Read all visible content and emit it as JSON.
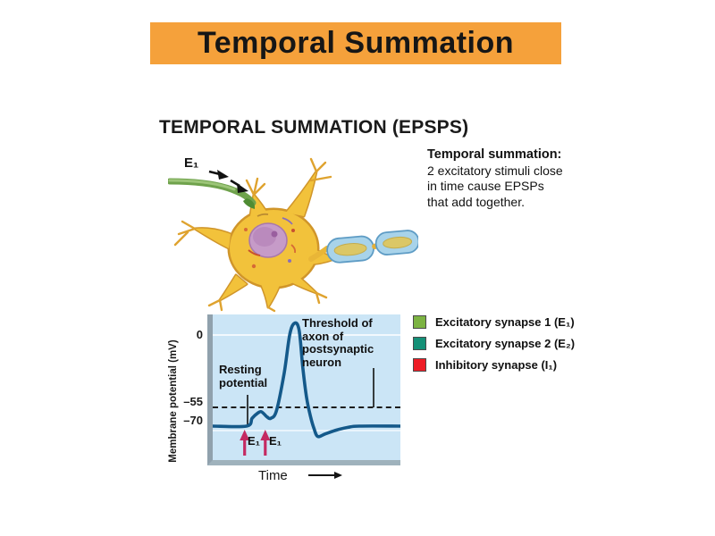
{
  "banner": {
    "title": "Temporal Summation",
    "bg_color": "#F5A13B"
  },
  "heading": "TEMPORAL SUMMATION (EPSPS)",
  "description": {
    "title": "Temporal summation:",
    "lines": [
      "2 excitatory stimuli close",
      "in time cause EPSPs",
      "that add together."
    ]
  },
  "neuron": {
    "stimulus_label": "E₁"
  },
  "graph": {
    "ylabel": "Membrane potential (mV)",
    "xlabel": "Time",
    "yticks": [
      "0",
      "–55",
      "–70"
    ],
    "annotations": {
      "resting": "Resting potential",
      "threshold_lines": [
        "Threshold of",
        "axon of",
        "postsynaptic",
        "neuron"
      ]
    },
    "stimuli": [
      "E₁",
      "E₁"
    ],
    "colors": {
      "plot_bg": "#CBE5F6",
      "curve": "#14598A",
      "stimulus_arrow": "#C42A62"
    }
  },
  "legend": {
    "items": [
      {
        "label": "Excitatory synapse 1 (E₁)",
        "color": "#7CB342"
      },
      {
        "label": "Excitatory synapse 2 (E₂)",
        "color": "#149077"
      },
      {
        "label": "Inhibitory synapse (I₁)",
        "color": "#EE1C25"
      }
    ]
  },
  "chart_data": {
    "type": "line",
    "title": "Temporal summation of EPSPs",
    "xlabel": "Time",
    "ylabel": "Membrane potential (mV)",
    "yticks": [
      0,
      -55,
      -70
    ],
    "ylim": [
      -85,
      15
    ],
    "threshold_mV": -55,
    "resting_potential_mV": -70,
    "grid": "white horizontal lines at 0 and -70 mV; dashed black threshold line at -55 mV",
    "legend_position": "right",
    "series": [
      {
        "name": "Membrane potential",
        "points": [
          [
            0,
            -70
          ],
          [
            18,
            -70
          ],
          [
            21,
            -64
          ],
          [
            24,
            -60
          ],
          [
            26,
            -59
          ],
          [
            29,
            -63
          ],
          [
            31,
            -64
          ],
          [
            34,
            -58
          ],
          [
            38,
            -30
          ],
          [
            41,
            0
          ],
          [
            43.5,
            9
          ],
          [
            46,
            4
          ],
          [
            48,
            -25
          ],
          [
            50,
            -48
          ],
          [
            52,
            -62
          ],
          [
            54,
            -72
          ],
          [
            56,
            -78
          ],
          [
            60,
            -76
          ],
          [
            66,
            -73
          ],
          [
            72,
            -71
          ],
          [
            78,
            -70
          ],
          [
            100,
            -70
          ]
        ]
      }
    ],
    "events": [
      {
        "label": "E₁",
        "t": 17
      },
      {
        "label": "E₁",
        "t": 28
      }
    ]
  }
}
